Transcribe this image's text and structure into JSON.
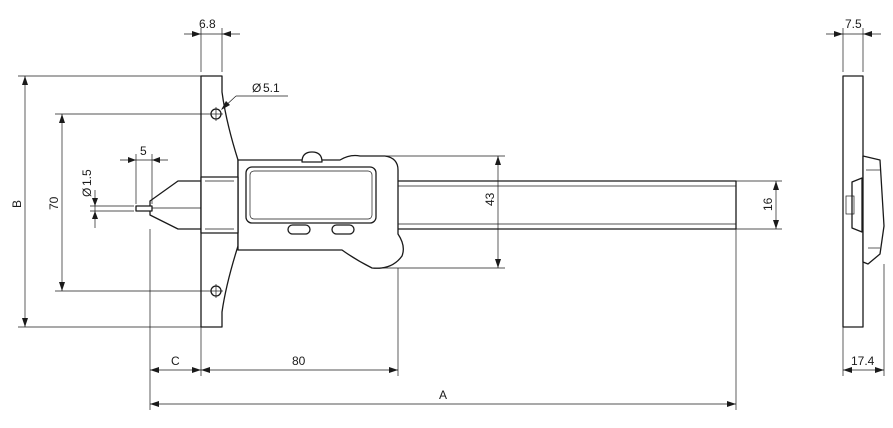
{
  "labels": {
    "width_68": "6.8",
    "width_75": "7.5",
    "hole_diameter": "5.1",
    "rod_length": "5",
    "rod_diameter": "1.5",
    "hole_spacing": "70",
    "base_height": "B",
    "head_height": "43",
    "beam_height": "16",
    "offset_c": "C",
    "length_80": "80",
    "total_a": "A",
    "depth_174": "17.4",
    "diameter_symbol": "Ø"
  }
}
